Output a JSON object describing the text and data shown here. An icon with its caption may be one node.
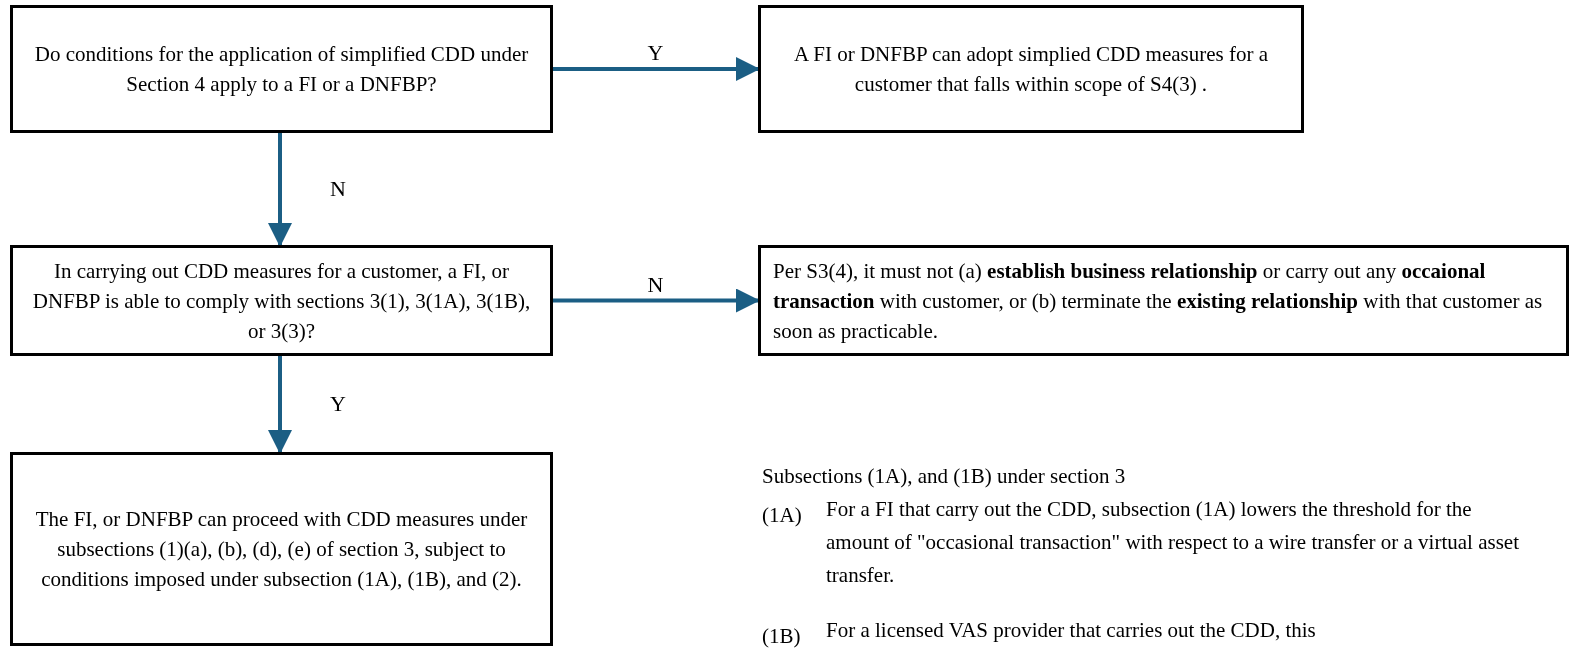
{
  "diagram": {
    "nodes": [
      {
        "text": [
          "Do conditions for the application of simplified CDD under Section 4 apply to a FI or a DNFBP?"
        ]
      },
      {
        "text": [
          "A FI or DNFBP can adopt simplied CDD measures for a customer that falls within scope of S4(3) ."
        ]
      },
      {
        "text": [
          "In carrying out CDD measures for a customer, a FI, or DNFBP is able to comply with sections 3(1), 3(1A), 3(1B), or 3(3)?"
        ]
      },
      {
        "text": [
          "Per S3(4), it must not (a) **establish business relationship** or carry out any **occaional transaction** with customer, or (b) terminate the **existing relationship** with that customer as soon as practicable."
        ]
      },
      {
        "text": [
          "The FI, or DNFBP can proceed with CDD measures under subsections (1)(a), (b), (d), (e) of section 3, subject to conditions imposed under subsection (1A), (1B), and (2)."
        ]
      }
    ],
    "edges": [
      {
        "from": 0,
        "to": 1,
        "arrow": "to",
        "label": "Y"
      },
      {
        "from": 0,
        "to": 2,
        "arrow": "to",
        "label": "N"
      },
      {
        "from": 2,
        "to": 3,
        "arrow": "to",
        "label": "N"
      },
      {
        "from": 2,
        "to": 4,
        "arrow": "to",
        "label": "Y"
      }
    ],
    "labels": [
      "Subsections (1A), and (1B) under section 3",
      "(1A)",
      "For a FI that carry out the CDD, subsection (1A) lowers the threshold for the amount of \"occasional transaction\" with respect to a wire transfer or a virtual asset transfer.",
      "(1B)",
      "For a licensed VAS provider that carries out the CDD, this"
    ]
  }
}
